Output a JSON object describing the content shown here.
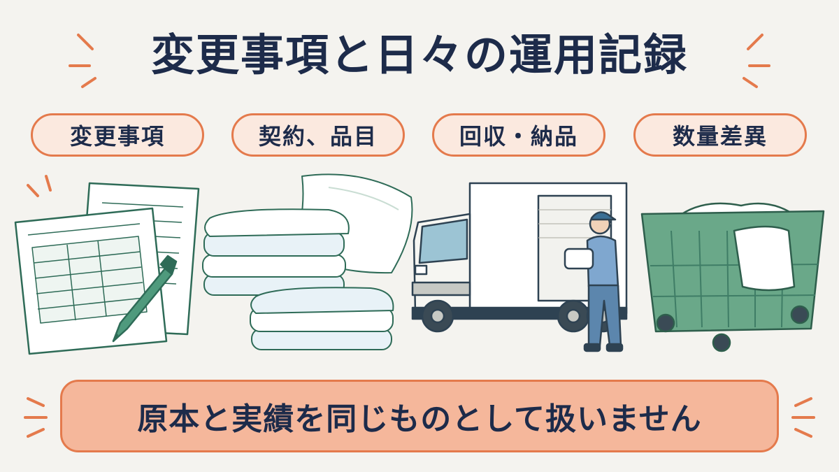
{
  "title": "変更事項と日々の運用記録",
  "categories": [
    {
      "label": "変更事項",
      "icon": "document-pen-icon"
    },
    {
      "label": "契約、品目",
      "icon": "folded-linen-icon"
    },
    {
      "label": "回収・納品",
      "icon": "delivery-truck-icon"
    },
    {
      "label": "数量差異",
      "icon": "laundry-cart-icon"
    }
  ],
  "banner": "原本と実績を同じものとして扱いません",
  "colors": {
    "accent": "#e47a4c",
    "pill_fill": "#fbe9df",
    "banner_fill": "#f5b79b",
    "text": "#1d2b4a",
    "illustration_green": "#2e6b57",
    "cart_green": "#6aa889"
  }
}
